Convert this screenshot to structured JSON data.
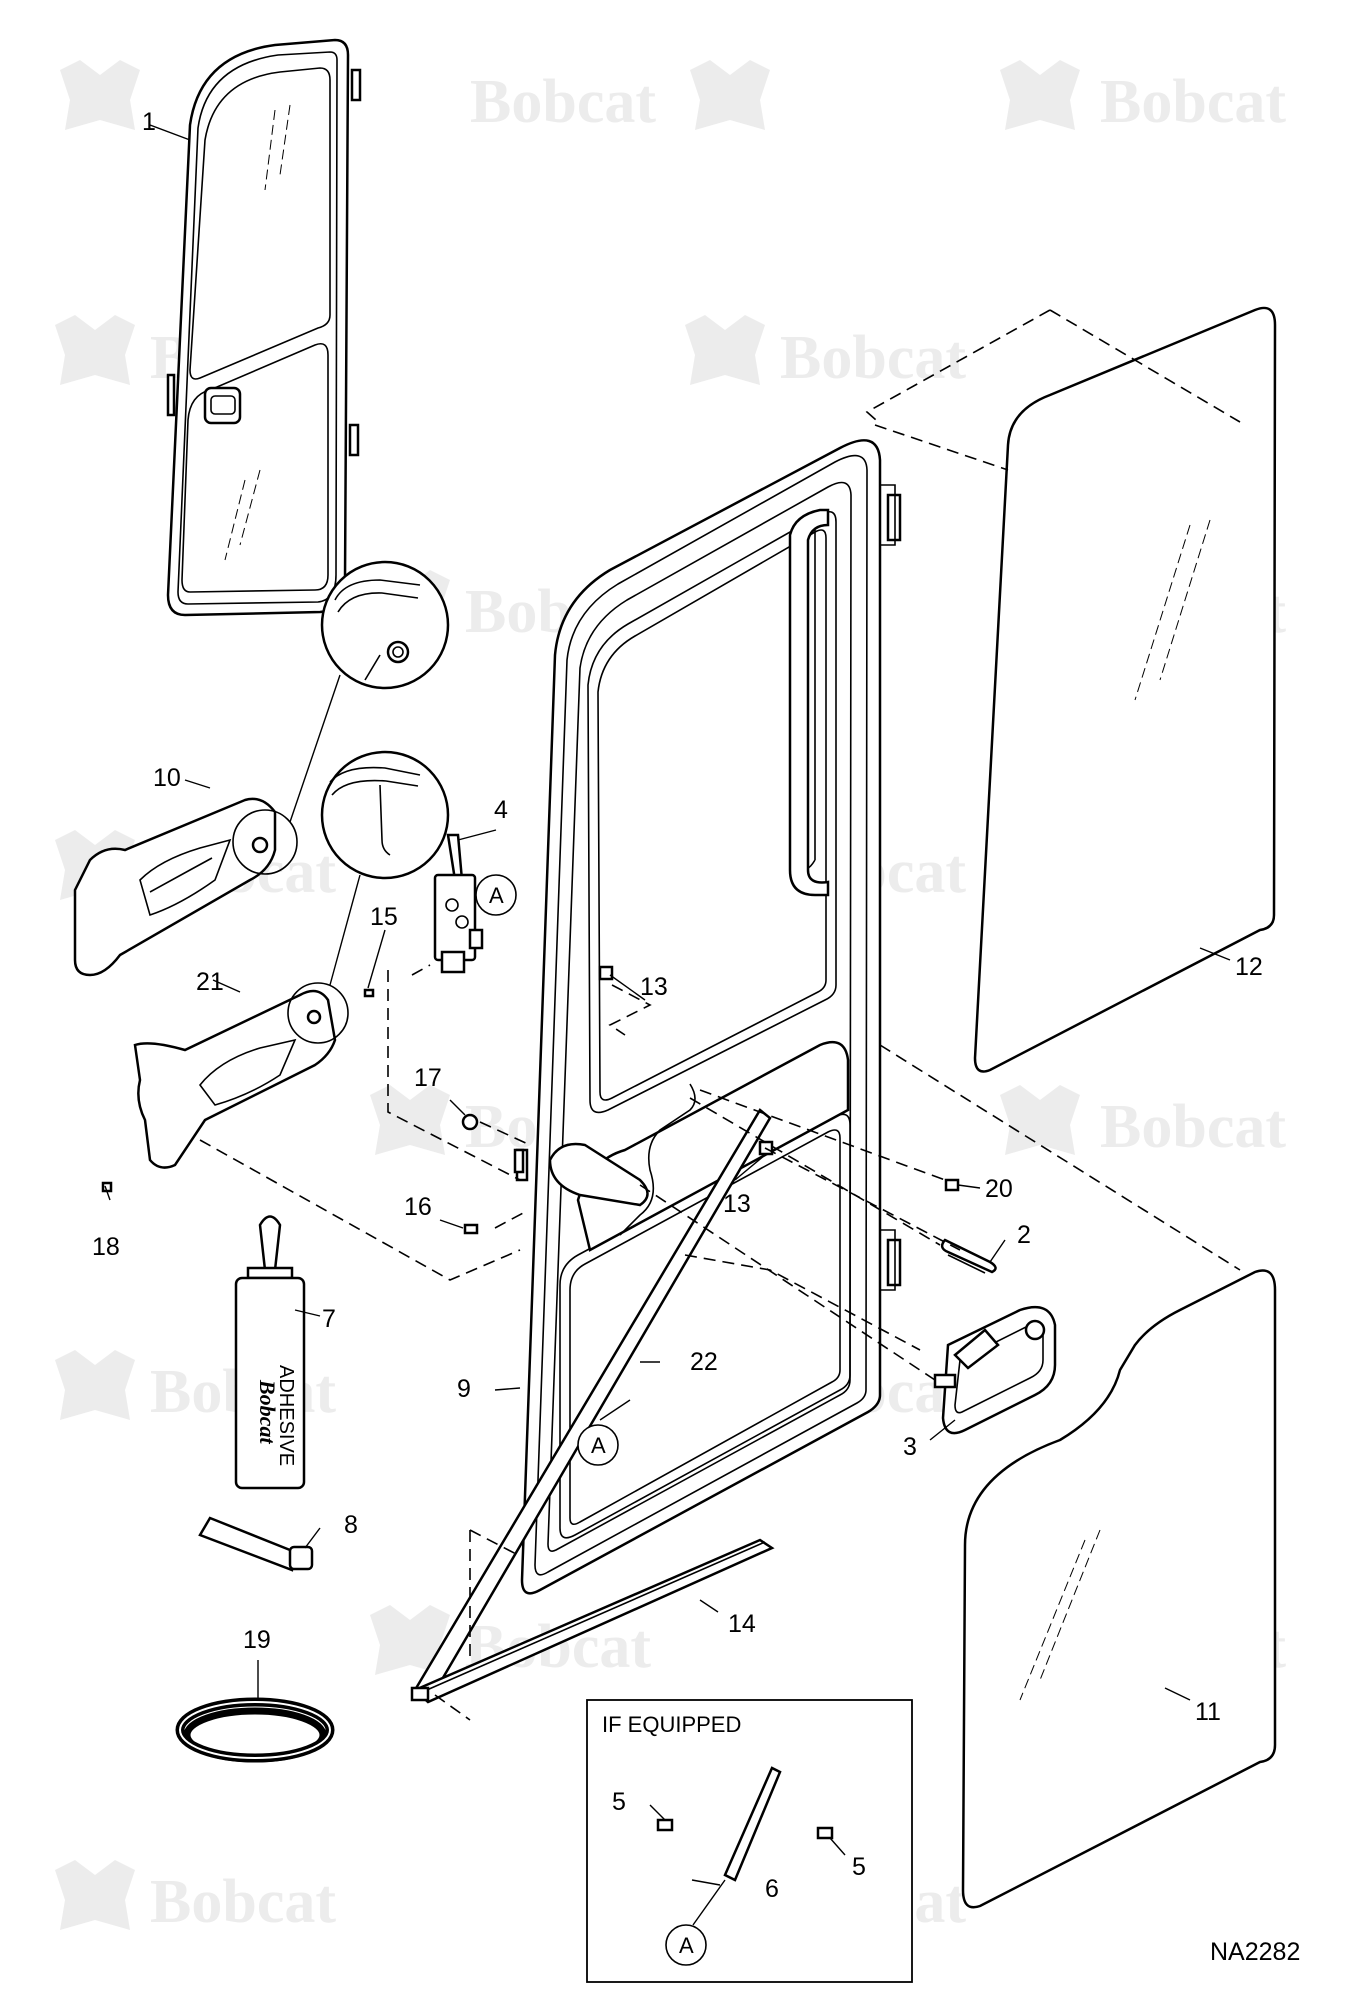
{
  "watermark": {
    "brand": "Bobcat",
    "color": "#ececec"
  },
  "diagram_id": "NA2282",
  "inset": {
    "title": "IF EQUIPPED"
  },
  "detail_marker": "A",
  "parts": {
    "p1": "1",
    "p2": "2",
    "p3": "3",
    "p4": "4",
    "p5a": "5",
    "p5b": "5",
    "p6": "6",
    "p7": "7",
    "p8": "8",
    "p9": "9",
    "p10": "10",
    "p11": "11",
    "p12": "12",
    "p13a": "13",
    "p13b": "13",
    "p14": "14",
    "p15": "15",
    "p16": "16",
    "p17": "17",
    "p18": "18",
    "p19": "19",
    "p20": "20",
    "p21": "21",
    "p22": "22"
  },
  "adhesive_tube": {
    "brand": "Bobcat",
    "label": "ADHESIVE"
  },
  "colors": {
    "line": "#000000",
    "background": "#ffffff"
  }
}
